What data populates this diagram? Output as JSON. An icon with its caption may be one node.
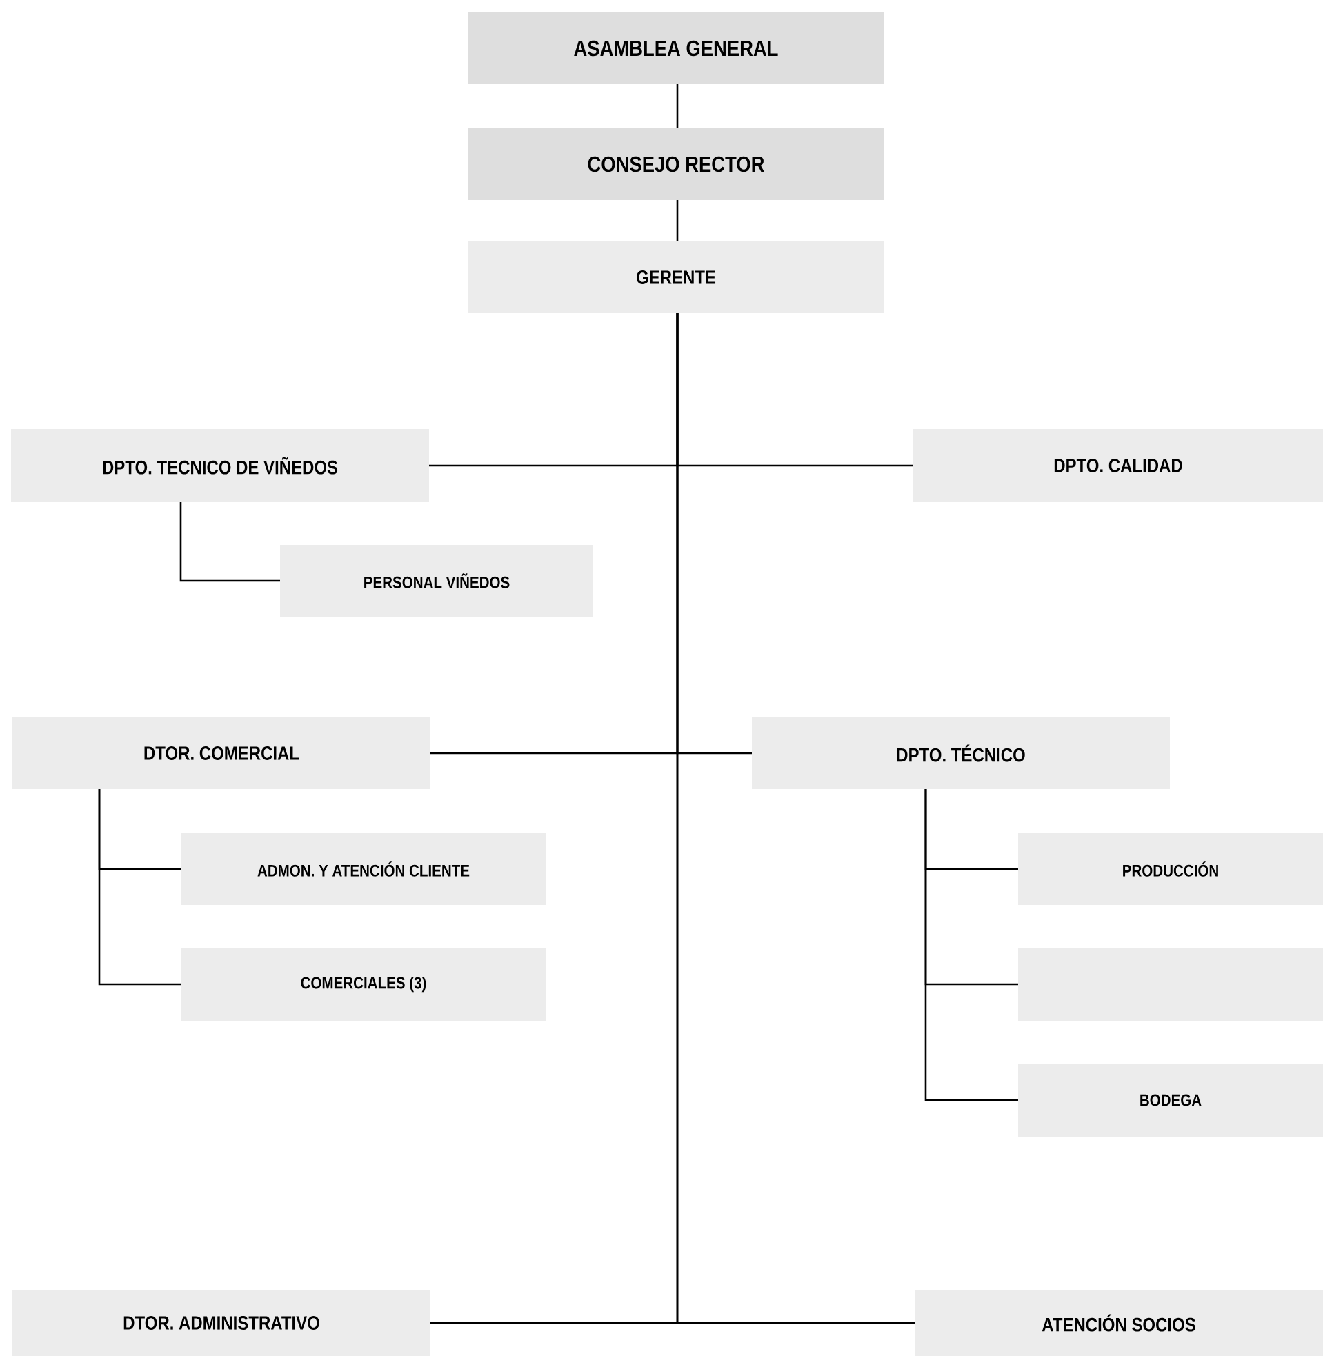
{
  "diagram": {
    "nodes": [
      {
        "text": [
          "ASAMBLEA GENERAL"
        ]
      },
      {
        "text": [
          "CONSEJO RECTOR"
        ]
      },
      {
        "text": [
          "GERENTE"
        ]
      },
      {
        "text": [
          "DPTO. TECNICO DE VIÑEDOS"
        ]
      },
      {
        "text": [
          "DPTO. CALIDAD"
        ]
      },
      {
        "text": [
          "PERSONAL VIÑEDOS"
        ]
      },
      {
        "text": [
          "DTOR. COMERCIAL"
        ]
      },
      {
        "text": [
          "DPTO. TÉCNICO"
        ]
      },
      {
        "text": [
          "ADMON. Y ATENCIÓN CLIENTE"
        ]
      },
      {
        "text": [
          "COMERCIALES (3)"
        ]
      },
      {
        "text": [
          "PRODUCCIÓN"
        ]
      },
      {
        "text": [],
        "shape": "box"
      },
      {
        "text": [
          "BODEGA"
        ]
      },
      {
        "text": [
          "DTOR. ADMINISTRATIVO"
        ]
      },
      {
        "text": [
          "ATENCIÓN SOCIOS"
        ]
      }
    ],
    "edges": [
      {
        "from": 0,
        "to": 1,
        "arrow": "none"
      },
      {
        "from": 1,
        "to": 2,
        "arrow": "none"
      },
      {
        "from": 2,
        "to": 3,
        "arrow": "none"
      },
      {
        "from": 2,
        "to": 4,
        "arrow": "none"
      },
      {
        "from": 3,
        "to": 5,
        "arrow": "none"
      },
      {
        "from": 2,
        "to": 6,
        "arrow": "none"
      },
      {
        "from": 2,
        "to": 7,
        "arrow": "none"
      },
      {
        "from": 6,
        "to": 8,
        "arrow": "none"
      },
      {
        "from": 6,
        "to": 9,
        "arrow": "none"
      },
      {
        "from": 7,
        "to": 10,
        "arrow": "none"
      },
      {
        "from": 7,
        "to": 11,
        "arrow": "none"
      },
      {
        "from": 7,
        "to": 12,
        "arrow": "none"
      },
      {
        "from": 2,
        "to": 13,
        "arrow": "none"
      },
      {
        "from": 2,
        "to": 14,
        "arrow": "none"
      }
    ]
  }
}
